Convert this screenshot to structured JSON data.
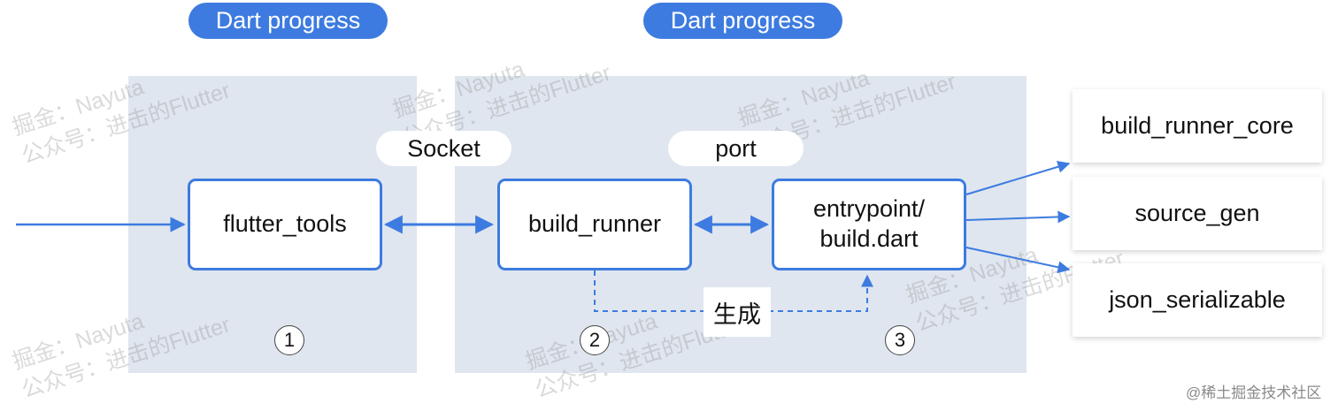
{
  "processes": [
    {
      "label": "Dart progress"
    },
    {
      "label": "Dart progress"
    }
  ],
  "channels": {
    "socket": "Socket",
    "port": "port"
  },
  "nodes": {
    "flutter_tools": "flutter_tools",
    "build_runner": "build_runner",
    "entrypoint_line1": "entrypoint/",
    "entrypoint_line2": "build.dart"
  },
  "outputs": [
    "build_runner_core",
    "source_gen",
    "json_serializable"
  ],
  "generate_label": "生成",
  "steps": [
    "1",
    "2",
    "3"
  ],
  "watermark": {
    "line1": "掘金：Nayuta",
    "line2": "公众号：进击的Flutter"
  },
  "credit": "@稀土掘金技术社区",
  "colors": {
    "accent": "#3d7be0",
    "region": "#dfe6ef"
  }
}
